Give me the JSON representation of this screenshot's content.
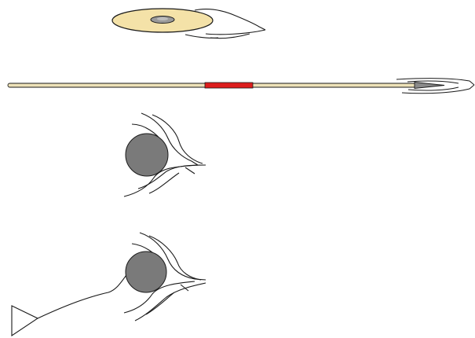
{
  "objects": [
    {
      "name": "discus",
      "icon": "discus-in-flight-icon"
    },
    {
      "name": "javelin",
      "icon": "javelin-in-flight-icon"
    },
    {
      "name": "shot",
      "icon": "shot-put-ball-in-flight-icon"
    },
    {
      "name": "hammer",
      "icon": "hammer-throw-in-flight-icon"
    }
  ],
  "colors": {
    "discus_fill": "#f4e2a8",
    "discus_hub": "#9a9a9a",
    "javelin_shaft": "#ede2b8",
    "javelin_grip": "#dd1d1d",
    "javelin_tip": "#8a8a8a",
    "ball_fill": "#7a7a7a",
    "outline": "#1a1a1a",
    "background": "#ffffff"
  }
}
